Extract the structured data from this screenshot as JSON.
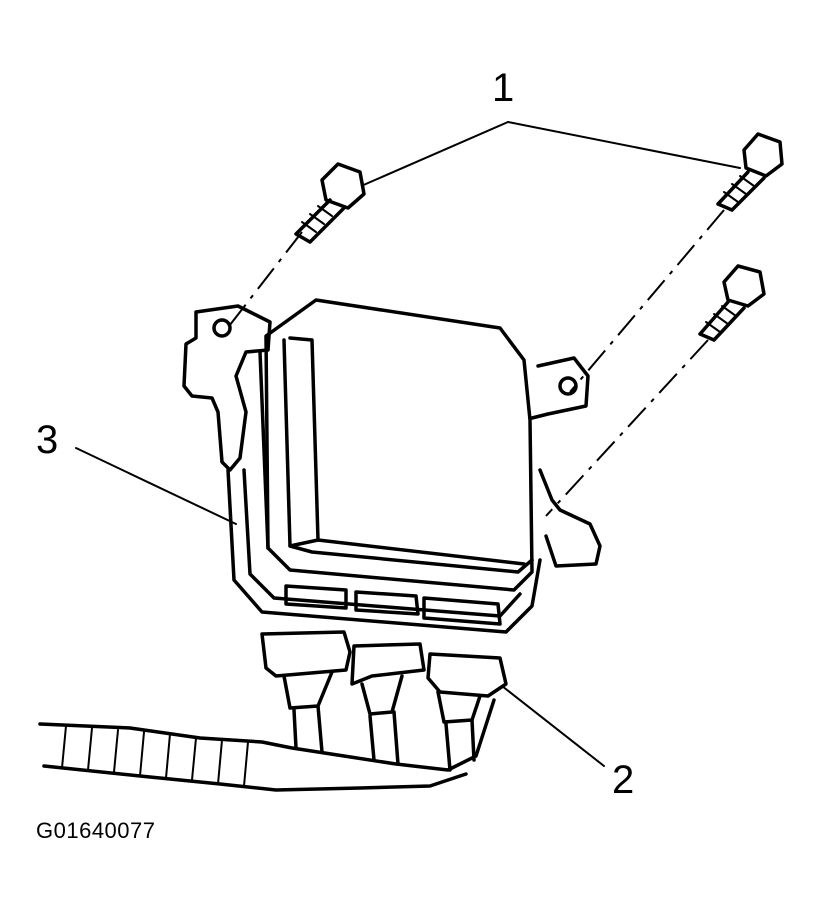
{
  "callouts": {
    "bolts": "1",
    "connectors": "2",
    "module": "3"
  },
  "figure_code": "G01640077"
}
